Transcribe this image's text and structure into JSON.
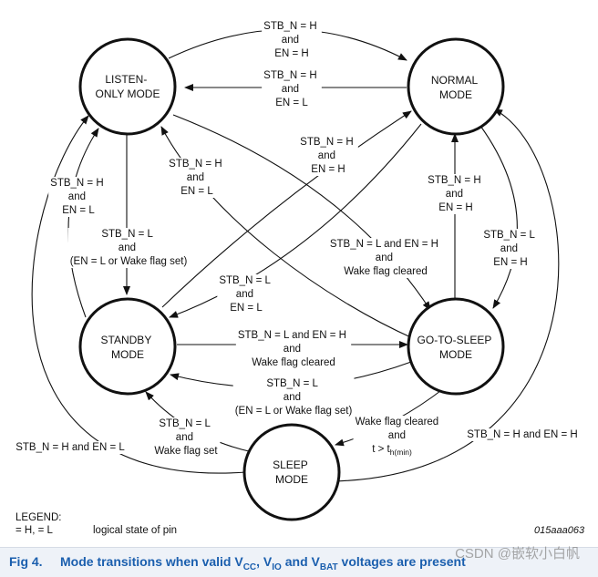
{
  "states": {
    "listen": [
      "LISTEN-",
      "ONLY MODE"
    ],
    "normal": [
      "NORMAL",
      "MODE"
    ],
    "standby": [
      "STANDBY",
      "MODE"
    ],
    "gotosleep": [
      "GO-TO-SLEEP",
      "MODE"
    ],
    "sleep": [
      "SLEEP",
      "MODE"
    ]
  },
  "transitions": {
    "listen_to_normal": [
      "STB_N = H",
      "and",
      "EN = H"
    ],
    "normal_to_listen": [
      "STB_N = H",
      "and",
      "EN = L"
    ],
    "standby_to_normal": [
      "STB_N = H",
      "and",
      "EN = H"
    ],
    "gts_to_listen": [
      "STB_N = H",
      "and",
      "EN = L"
    ],
    "standby_to_listen": [
      "STB_N = H",
      "and",
      "EN = L"
    ],
    "listen_to_standby": [
      "STB_N = L",
      "and",
      "(EN = L or Wake flag set)"
    ],
    "gts_to_normal": [
      "STB_N = H",
      "and",
      "EN = H"
    ],
    "normal_to_gts": [
      "STB_N = L",
      "and",
      "EN = H"
    ],
    "listen_to_gts": [
      "STB_N = L and EN = H",
      "and",
      "Wake flag cleared"
    ],
    "normal_to_standby": [
      "STB_N = L",
      "and",
      "EN = L"
    ],
    "standby_to_gts": [
      "STB_N = L and EN = H",
      "and",
      "Wake flag cleared"
    ],
    "gts_to_standby": [
      "STB_N = L",
      "and",
      "(EN = L or Wake flag set)"
    ],
    "sleep_to_standby": [
      "STB_N = L",
      "and",
      "Wake flag set"
    ],
    "gts_to_sleep": [
      "Wake flag cleared",
      "and",
      "t > t"
    ],
    "gts_to_sleep_sub": "h(min)",
    "sleep_to_listen": "STB_N = H and EN = L",
    "sleep_to_normal": "STB_N = H and EN = H"
  },
  "legend": {
    "title": "LEGEND:",
    "key": "= H, = L",
    "desc": "logical state of pin"
  },
  "figure_id": "015aaa063",
  "caption": {
    "number": "Fig 4.",
    "text_parts": [
      "Mode transitions when valid V",
      "CC",
      ", V",
      "IO",
      " and V",
      "BAT",
      " voltages are present"
    ]
  },
  "watermark": "CSDN @嵌软小白帆"
}
